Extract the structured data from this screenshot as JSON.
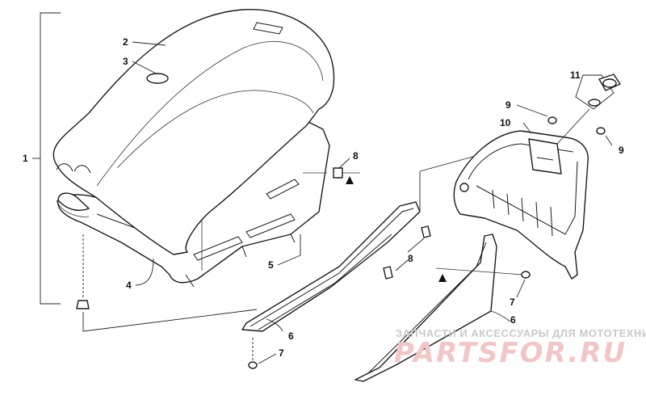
{
  "diagram": {
    "callouts": {
      "c1": "1",
      "c2": "2",
      "c3": "3",
      "c4": "4",
      "c5": "5",
      "c6a": "6",
      "c6b": "6",
      "c7a": "7",
      "c7b": "7",
      "c8a": "8",
      "c8b": "8",
      "c9a": "9",
      "c9b": "9",
      "c10": "10",
      "c11": "11"
    }
  },
  "watermark": {
    "caption": "ЗАПЧАСТИ И АКСЕССУАРЫ ДЛЯ МОТОТЕХНИКИ",
    "logo": "PARTSFOR.RU"
  }
}
